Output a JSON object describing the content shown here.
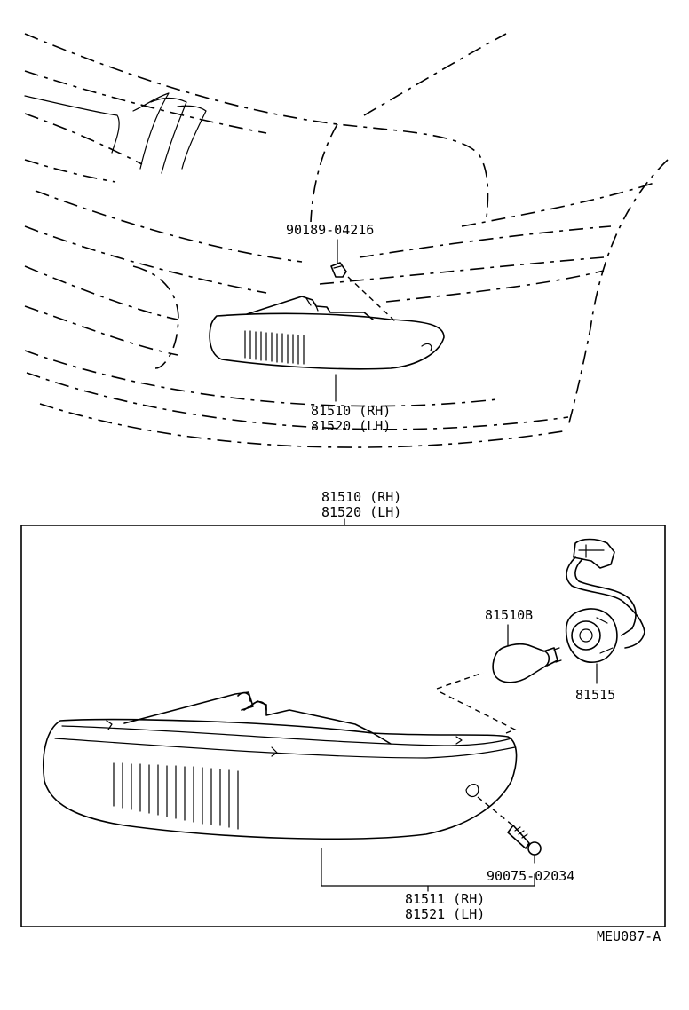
{
  "labels": {
    "clip": "90189-04216",
    "lamp_top_rh": "81510 (RH)",
    "lamp_top_lh": "81520 (LH)",
    "box_title_rh": "81510 (RH)",
    "box_title_lh": "81520 (LH)",
    "bulb": "81510B",
    "socket": "81515",
    "screw": "90075-02034",
    "lens_rh": "81511 (RH)",
    "lens_lh": "81521 (LH)",
    "diagram_code": "MEU087-A"
  }
}
